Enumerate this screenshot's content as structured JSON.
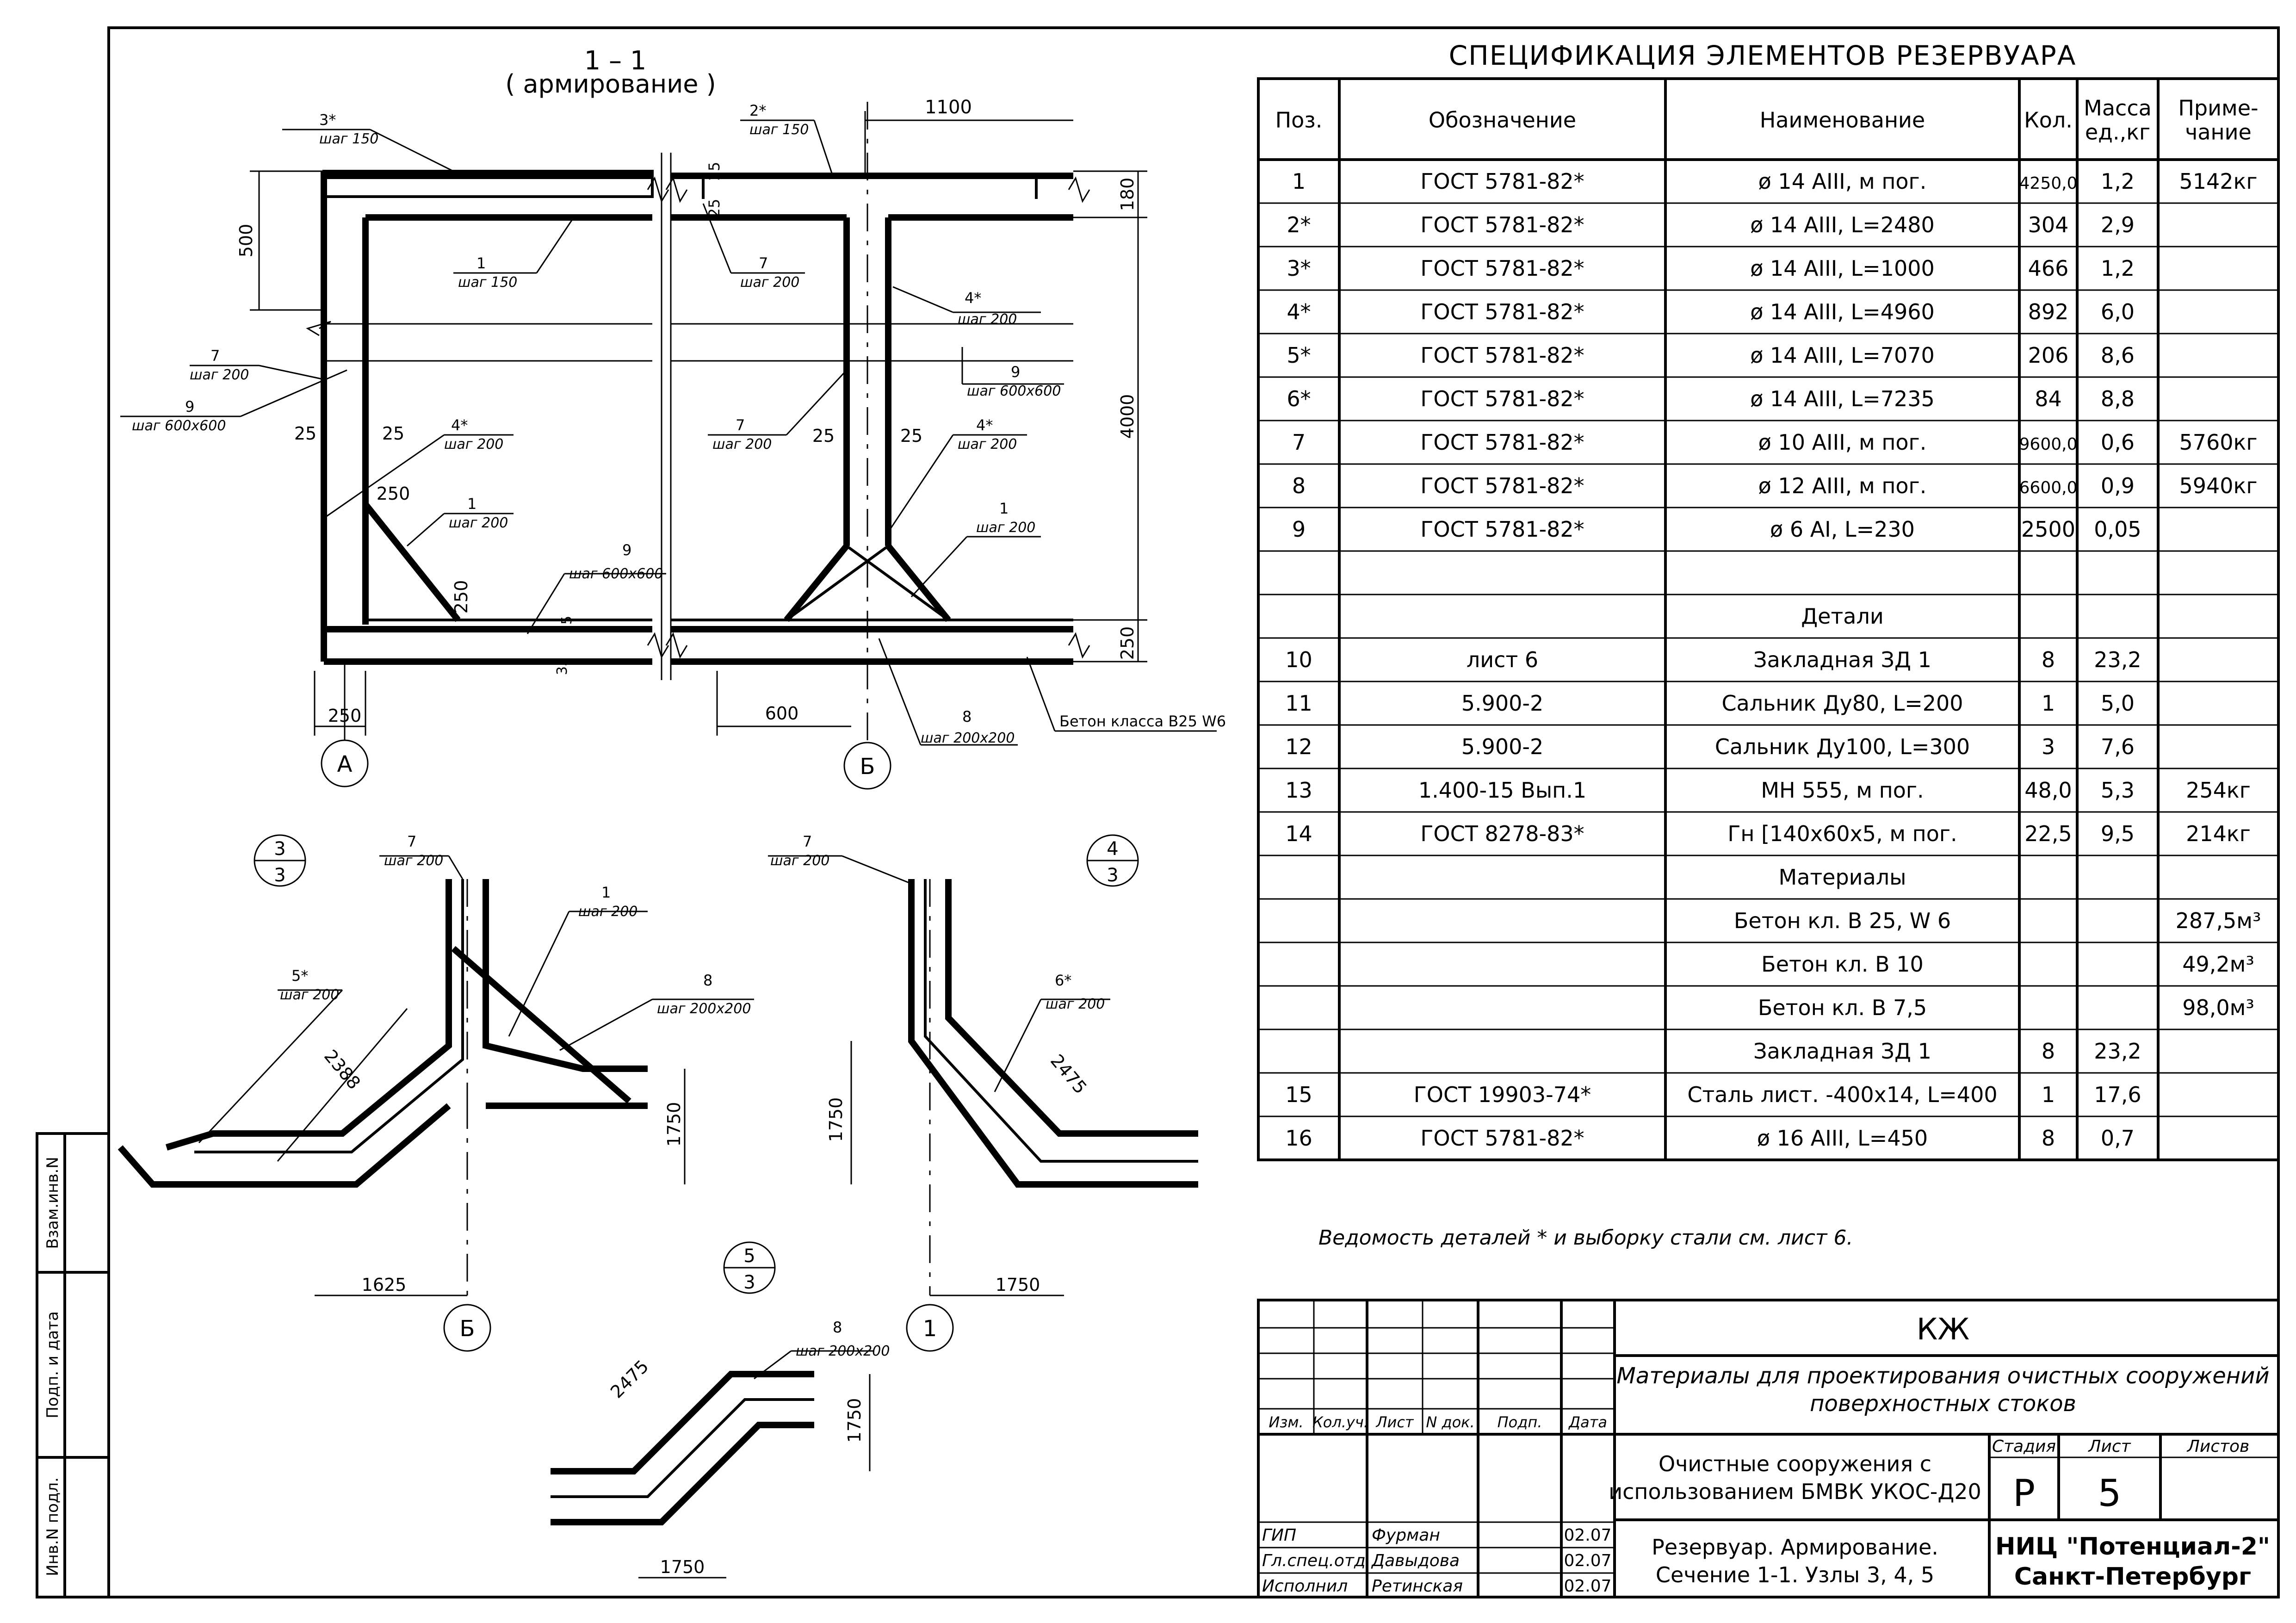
{
  "section": {
    "title": "1 – 1",
    "subtitle": "( армирование )",
    "dims": {
      "d500": "500",
      "d4000": "4000",
      "d180": "180",
      "d250r": "250",
      "d1100": "1100",
      "d25a": "25",
      "d25b": "25",
      "d25c": "25",
      "d25d": "25",
      "d250": "250",
      "d250v": "250",
      "d250b": "250",
      "d600": "600",
      "d25e": "25",
      "d35": "35",
      "d25f": "25",
      "d25g": "25"
    },
    "labels": {
      "l3": "3*",
      "l3s": "шаг 150",
      "l2": "2*",
      "l2s": "шаг 150",
      "l1a": "1",
      "l1as": "шаг 150",
      "l7a": "7",
      "l7as": "шаг 200",
      "l7b": "7",
      "l7bs": "шаг 200",
      "l9a": "9",
      "l9as": "шаг 600х600",
      "l4a": "4*",
      "l4as": "шаг 200",
      "l1b": "1",
      "l1bs": "шаг 200",
      "l9b": "9",
      "l9bs": "шаг 600х600",
      "l7c": "7",
      "l7cs": "шаг 200",
      "l4b": "4*",
      "l4bs": "шаг 200",
      "l4c": "4*",
      "l4cs": "шаг 200",
      "l9c": "9",
      "l9cs": "шаг 600х600",
      "l1c": "1",
      "l1cs": "шаг 200",
      "l8": "8",
      "l8s": "шаг 200х200",
      "concrete": "Бетон класса В25 W6"
    },
    "axes": {
      "a": "А",
      "b": "Б"
    }
  },
  "node3": {
    "num": "3",
    "sheet": "3",
    "l7": "7",
    "l7s": "шаг 200",
    "l1": "1",
    "l1s": "шаг 200",
    "l5": "5*",
    "l5s": "шаг 200",
    "l8": "8",
    "l8s": "шаг 200х200",
    "d2388": "2388",
    "d1750": "1750",
    "d1625": "1625",
    "axis": "Б"
  },
  "node4": {
    "num": "4",
    "sheet": "3",
    "l7": "7",
    "l7s": "шаг 200",
    "l6": "6*",
    "l6s": "шаг 200",
    "d2475": "2475",
    "d1750v": "1750",
    "d1750h": "1750",
    "axis": "1"
  },
  "node5": {
    "num": "5",
    "sheet": "3",
    "l8": "8",
    "l8s": "шаг 200х200",
    "d2475": "2475",
    "d1750v": "1750",
    "d1750h": "1750"
  },
  "spec": {
    "title": "СПЕЦИФИКАЦИЯ ЭЛЕМЕНТОВ РЕЗЕРВУАРА",
    "headers": [
      "Поз.",
      "Обозначение",
      "Наименование",
      "Кол.",
      "Масса\nед.,кг",
      "Приме-\nчание"
    ],
    "rows": [
      [
        "1",
        "ГОСТ 5781-82*",
        "ø 14 АIII,        м пог.",
        "4250,0",
        "1,2",
        "5142кг"
      ],
      [
        "2*",
        "ГОСТ 5781-82*",
        "ø 14 АIII,    L=2480",
        "304",
        "2,9",
        ""
      ],
      [
        "3*",
        "ГОСТ 5781-82*",
        "ø 14 АIII,    L=1000",
        "466",
        "1,2",
        ""
      ],
      [
        "4*",
        "ГОСТ 5781-82*",
        "ø 14 АIII,    L=4960",
        "892",
        "6,0",
        ""
      ],
      [
        "5*",
        "ГОСТ 5781-82*",
        "ø 14 АIII,    L=7070",
        "206",
        "8,6",
        ""
      ],
      [
        "6*",
        "ГОСТ 5781-82*",
        "ø 14 АIII,    L=7235",
        "84",
        "8,8",
        ""
      ],
      [
        "7",
        "ГОСТ 5781-82*",
        "ø 10 АIII,    м пог.",
        "9600,0",
        "0,6",
        "5760кг"
      ],
      [
        "8",
        "ГОСТ 5781-82*",
        "ø 12 АIII,    м пог.",
        "6600,0",
        "0,9",
        "5940кг"
      ],
      [
        "9",
        "ГОСТ 5781-82*",
        "ø 6 АI,    L=230",
        "2500",
        "0,05",
        ""
      ],
      [
        "",
        "",
        "",
        "",
        "",
        ""
      ],
      [
        "",
        "",
        "Детали",
        "",
        "",
        ""
      ],
      [
        "10",
        "лист 6",
        "Закладная ЗД 1",
        "8",
        "23,2",
        ""
      ],
      [
        "11",
        "5.900-2",
        "Сальник Ду80, L=200",
        "1",
        "5,0",
        ""
      ],
      [
        "12",
        "5.900-2",
        "Сальник Ду100, L=300",
        "3",
        "7,6",
        ""
      ],
      [
        "13",
        "1.400-15 Вып.1",
        "МН 555,   м пог.",
        "48,0",
        "5,3",
        "254кг"
      ],
      [
        "14",
        "ГОСТ 8278-83*",
        "Гн [140х60х5, м пог.",
        "22,5",
        "9,5",
        "214кг"
      ],
      [
        "",
        "",
        "Материалы",
        "",
        "",
        ""
      ],
      [
        "",
        "",
        "Бетон кл. В 25, W 6",
        "",
        "",
        "287,5м³"
      ],
      [
        "",
        "",
        "Бетон кл. В 10",
        "",
        "",
        "49,2м³"
      ],
      [
        "",
        "",
        "Бетон кл. В 7,5",
        "",
        "",
        "98,0м³"
      ],
      [
        "",
        "",
        "Закладная ЗД 1",
        "8",
        "23,2",
        ""
      ],
      [
        "15",
        "ГОСТ 19903-74*",
        "Сталь лист. -400х14,  L=400",
        "1",
        "17,6",
        ""
      ],
      [
        "16",
        "ГОСТ 5781-82*",
        "ø 16 АIII,    L=450",
        "8",
        "0,7",
        ""
      ]
    ]
  },
  "note": "Ведомость деталей * и выборку стали см. лист 6.",
  "stamp": {
    "code": "КЖ",
    "project": "Материалы для проектирования очистных сооружений",
    "project2": "поверхностных стоков",
    "object": "Очистные сооружения с",
    "object2": "использованием БМВК УКОС-Д20",
    "drawing": "Резервуар. Армирование.",
    "drawing2": "Сечение 1-1. Узлы 3, 4, 5",
    "stage_h": "Стадия",
    "sheet_h": "Лист",
    "sheets_h": "Листов",
    "stage": "Р",
    "sheet": "5",
    "sheets": "",
    "org": "НИЦ \"Потенциал-2\"",
    "city": "Санкт-Петербург",
    "cols": [
      "Изм.",
      "Кол.уч.",
      "Лист",
      "N док.",
      "Подп.",
      "Дата"
    ],
    "people": [
      {
        "role": "ГИП",
        "name": "Фурман",
        "date": "02.07"
      },
      {
        "role": "Гл.спец.отд",
        "name": "Давыдова",
        "date": "02.07"
      },
      {
        "role": "Исполнил",
        "name": "Ретинская",
        "date": "02.07"
      }
    ]
  },
  "side": {
    "v1": "Взам.инв.N",
    "v2": "Подп. и дата",
    "v3": "Инв.N подл."
  }
}
